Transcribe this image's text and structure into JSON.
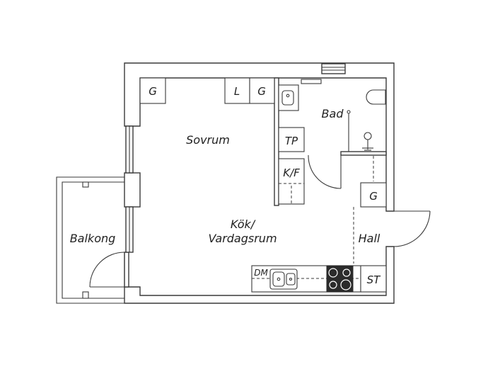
{
  "rooms": {
    "sovrum": "Sovrum",
    "bad": "Bad",
    "kok_line1": "Kök/",
    "kok_line2": "Vardagsrum",
    "balkong": "Balkong",
    "hall": "Hall"
  },
  "fixtures": {
    "g1": "G",
    "l": "L",
    "g2": "G",
    "tp": "TP",
    "kf": "K/F",
    "g3": "G",
    "dm": "DM",
    "st": "ST"
  }
}
